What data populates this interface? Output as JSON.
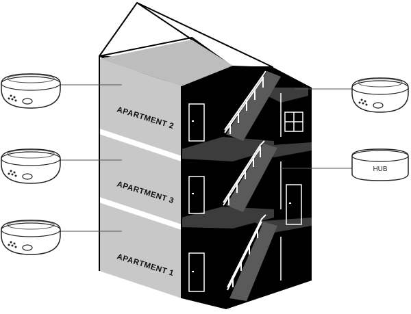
{
  "apartments": [
    {
      "label": "APARTMENT 2"
    },
    {
      "label": "APARTMENT 3"
    },
    {
      "label": "APARTMENT 1"
    }
  ],
  "hub": {
    "label": "HUB"
  },
  "devices": {
    "left": [
      "smoke-detector",
      "smoke-detector",
      "smoke-detector"
    ],
    "right": [
      "smoke-detector",
      "hub"
    ]
  },
  "colors": {
    "floor_grey": "#c8c8c8",
    "floor_shade": "#a8a8a8",
    "stairwell": "#000000",
    "landing": "#3c3c3c",
    "outline": "#000000",
    "device_fill": "#ffffff"
  }
}
